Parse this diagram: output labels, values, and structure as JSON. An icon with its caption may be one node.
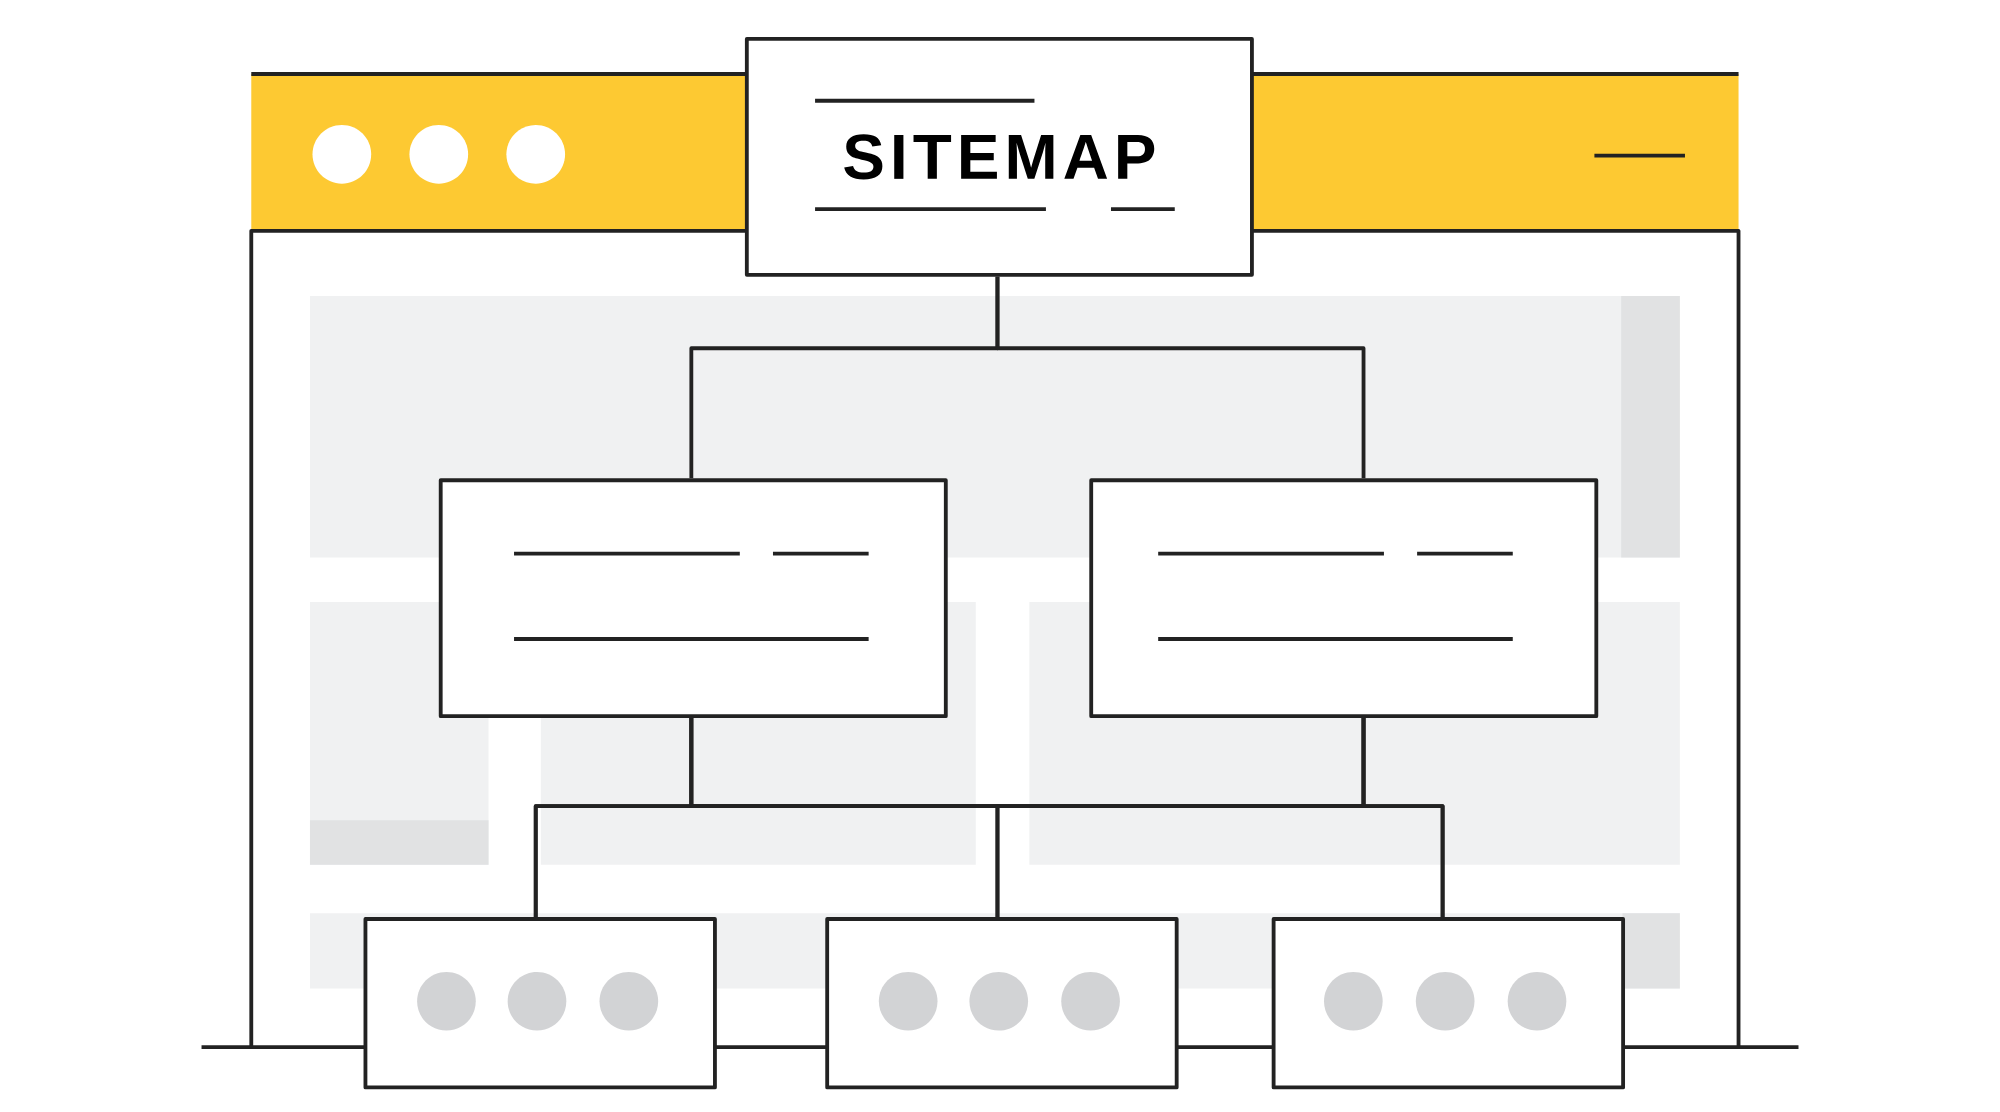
{
  "diagram": {
    "nodes": [
      {
        "text": [
          "SITEMAP"
        ]
      },
      {
        "text": [],
        "shape": "box"
      },
      {
        "text": [],
        "shape": "box"
      },
      {
        "text": [],
        "shape": "box"
      },
      {
        "text": [],
        "shape": "box"
      },
      {
        "text": [],
        "shape": "box"
      }
    ],
    "edges": [
      {
        "from": 0,
        "to": 1,
        "arrow": "none"
      },
      {
        "from": 0,
        "to": 2,
        "arrow": "none"
      },
      {
        "from": 1,
        "to": 3,
        "arrow": "none"
      },
      {
        "from": 1,
        "to": 4,
        "arrow": "none"
      },
      {
        "from": 1,
        "to": 5,
        "arrow": "none"
      },
      {
        "from": 2,
        "to": 3,
        "arrow": "none"
      },
      {
        "from": 2,
        "to": 4,
        "arrow": "none"
      },
      {
        "from": 2,
        "to": 5,
        "arrow": "none"
      }
    ]
  }
}
